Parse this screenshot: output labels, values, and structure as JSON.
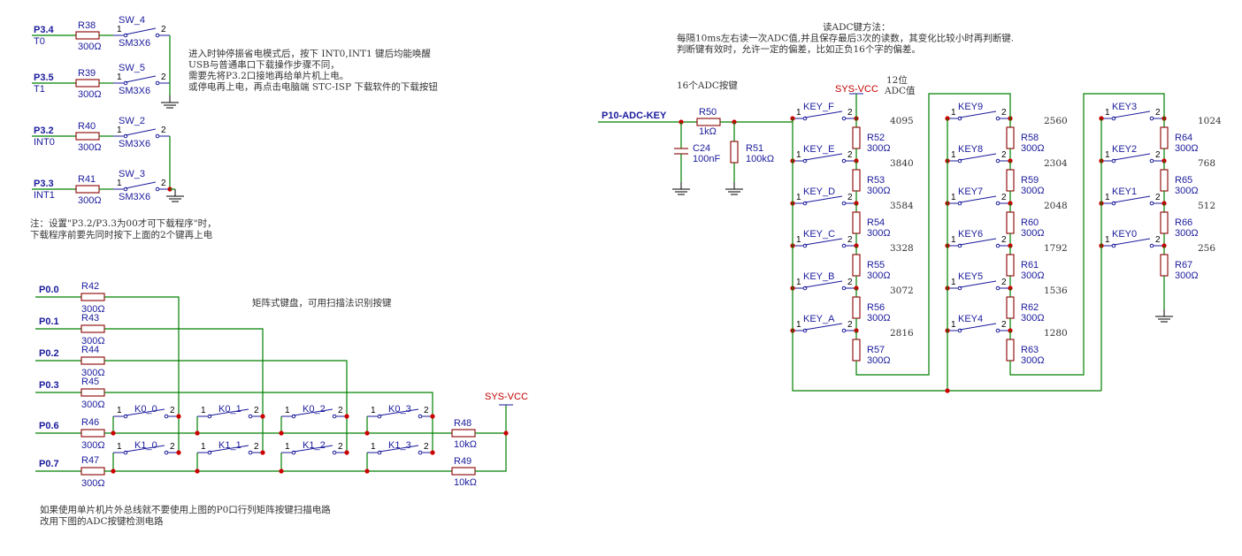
{
  "colors": {
    "wire": "#008000",
    "part_label": "#1a1a9c",
    "power": "#c00000",
    "resistor_body": "#8b0000",
    "junction": "#cc0000",
    "note_text": "#333333"
  },
  "top_keys": [
    {
      "net": "P3.4",
      "alias": "T0",
      "res": "R38",
      "rval": "300Ω",
      "sw": "SW_4",
      "model": "SM3X6"
    },
    {
      "net": "P3.5",
      "alias": "T1",
      "res": "R39",
      "rval": "300Ω",
      "sw": "SW_5",
      "model": "SM3X6"
    },
    {
      "net": "P3.2",
      "alias": "INT0",
      "res": "R40",
      "rval": "300Ω",
      "sw": "SW_2",
      "model": "SM3X6"
    },
    {
      "net": "P3.3",
      "alias": "INT1",
      "res": "R41",
      "rval": "300Ω",
      "sw": "SW_3",
      "model": "SM3X6"
    }
  ],
  "pin1": "1",
  "pin2": "2",
  "notes": {
    "standby": [
      "进入时钟停振省电模式后，按下 INT0,INT1 键后均能唤醒",
      "USB与普通串口下载操作步骤不同，",
      "需要先将P3.2口接地再给单片机上电。",
      "或停电再上电，再点击电脑端 STC-ISP 下载软件的下载按钮"
    ],
    "download": [
      "注：设置\"P3.2/P3.3为00才可下载程序\"时，",
      "下载程序前要先同时按下上面的2个键再上电"
    ],
    "matrix_title": "矩阵式键盘，可用扫描法识别按键",
    "bottom": [
      "如果使用单片机片外总线就不要使用上图的P0口行列矩阵按键扫描电路",
      "改用下图的ADC按键检测电路"
    ],
    "adc_method": [
      "读ADC键方法：",
      "每隔10ms左右读一次ADC值,并且保存最后3次的读数，其变化比较小时再判断键.",
      "判断键有效时，允许一定的偏差，比如正负16个字的偏差。"
    ],
    "adc_keys_16": "16个ADC按键",
    "adc_bits": [
      "12位",
      "ADC值"
    ]
  },
  "matrix": {
    "rows": [
      {
        "net": "P0.0",
        "res": "R42",
        "rval": "300Ω"
      },
      {
        "net": "P0.1",
        "res": "R43",
        "rval": "300Ω"
      },
      {
        "net": "P0.2",
        "res": "R44",
        "rval": "300Ω"
      },
      {
        "net": "P0.3",
        "res": "R45",
        "rval": "300Ω"
      },
      {
        "net": "P0.6",
        "res": "R46",
        "rval": "300Ω"
      },
      {
        "net": "P0.7",
        "res": "R47",
        "rval": "300Ω"
      }
    ],
    "keys_row0": [
      "K0_0",
      "K0_1",
      "K0_2",
      "K0_3"
    ],
    "keys_row1": [
      "K1_0",
      "K1_1",
      "K1_2",
      "K1_3"
    ],
    "pullups": [
      {
        "res": "R48",
        "rval": "10kΩ"
      },
      {
        "res": "R49",
        "rval": "10kΩ"
      }
    ],
    "vcc": "SYS-VCC"
  },
  "adc": {
    "net": "P10-ADC-KEY",
    "vcc": "SYS-VCC",
    "r50": {
      "ref": "R50",
      "val": "1kΩ"
    },
    "c24": {
      "ref": "C24",
      "val": "100nF"
    },
    "r51": {
      "ref": "R51",
      "val": "100kΩ"
    },
    "col1": {
      "keys": [
        "KEY_F",
        "KEY_E",
        "KEY_D",
        "KEY_C",
        "KEY_B",
        "KEY_A"
      ],
      "res": [
        "R52",
        "R53",
        "R54",
        "R55",
        "R56",
        "R57"
      ],
      "adc": [
        "4095",
        "3840",
        "3584",
        "3328",
        "3072",
        "2816"
      ]
    },
    "col2": {
      "keys": [
        "KEY9",
        "KEY8",
        "KEY7",
        "KEY6",
        "KEY5",
        "KEY4"
      ],
      "res": [
        "R58",
        "R59",
        "R60",
        "R61",
        "R62",
        "R63"
      ],
      "adc": [
        "2560",
        "2304",
        "2048",
        "1792",
        "1536",
        "1280"
      ]
    },
    "col3": {
      "keys": [
        "KEY3",
        "KEY2",
        "KEY1",
        "KEY0"
      ],
      "res": [
        "R64",
        "R65",
        "R66",
        "R67"
      ],
      "adc": [
        "1024",
        "768",
        "512",
        "256"
      ]
    },
    "rval": "300Ω"
  }
}
